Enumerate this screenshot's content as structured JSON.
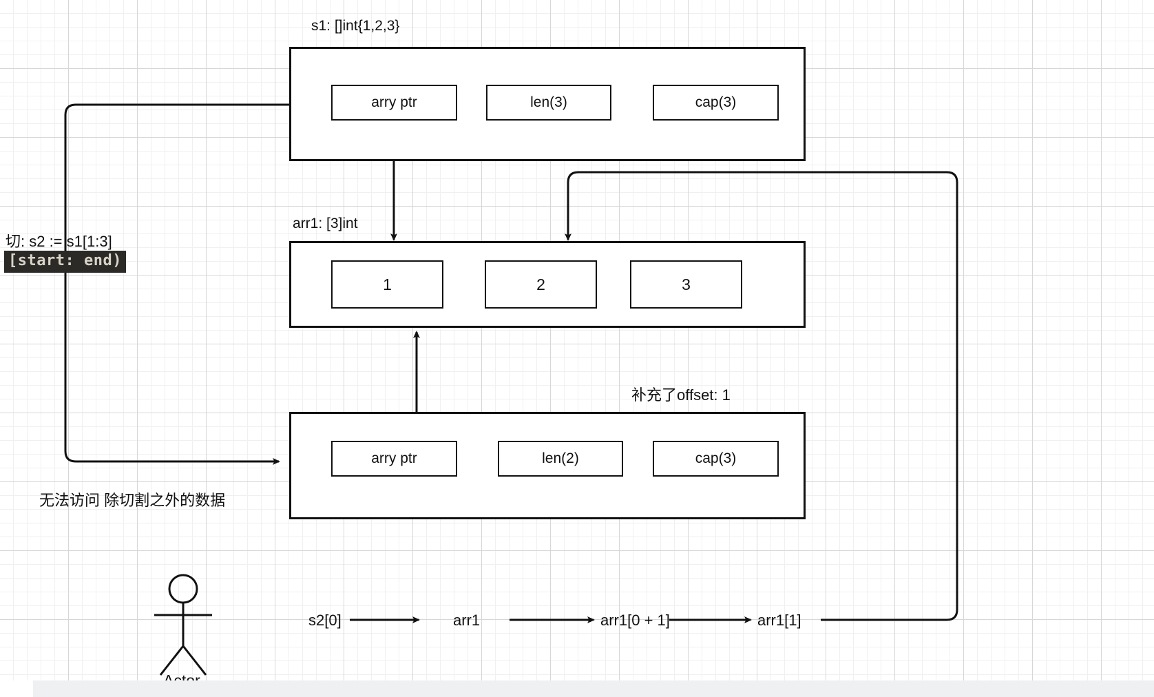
{
  "diagram": {
    "title_s1": "s1: []int{1,2,3}",
    "title_arr1": "arr1: [3]int",
    "offset_note": "补充了offset: 1",
    "slice_expr": "切:  s2 := s1[1:3]",
    "slice_range_chip": "[start: end)",
    "no_access_note": "无法访问 除切割之外的数据",
    "actor_label": "Actor",
    "s1_fields": [
      {
        "label": "arry ptr"
      },
      {
        "label": "len(3)"
      },
      {
        "label": "cap(3)"
      }
    ],
    "arr1_cells": [
      {
        "value": "1"
      },
      {
        "value": "2"
      },
      {
        "value": "3"
      }
    ],
    "s2_fields": [
      {
        "label": "arry ptr"
      },
      {
        "label": "len(2)"
      },
      {
        "label": "cap(3)"
      }
    ],
    "flow_chain": [
      {
        "label": "s2[0]"
      },
      {
        "label": "arr1"
      },
      {
        "label": "arr1[0 + 1]"
      },
      {
        "label": "arr1[1]"
      }
    ],
    "colors": {
      "stroke": "#111111",
      "grid_minor": "#f0f0f0",
      "grid_major": "#d7d7d7",
      "chip_bg": "#2b2a26",
      "chip_fg": "#d8d4c8",
      "canvas_bg": "#ffffff"
    }
  }
}
